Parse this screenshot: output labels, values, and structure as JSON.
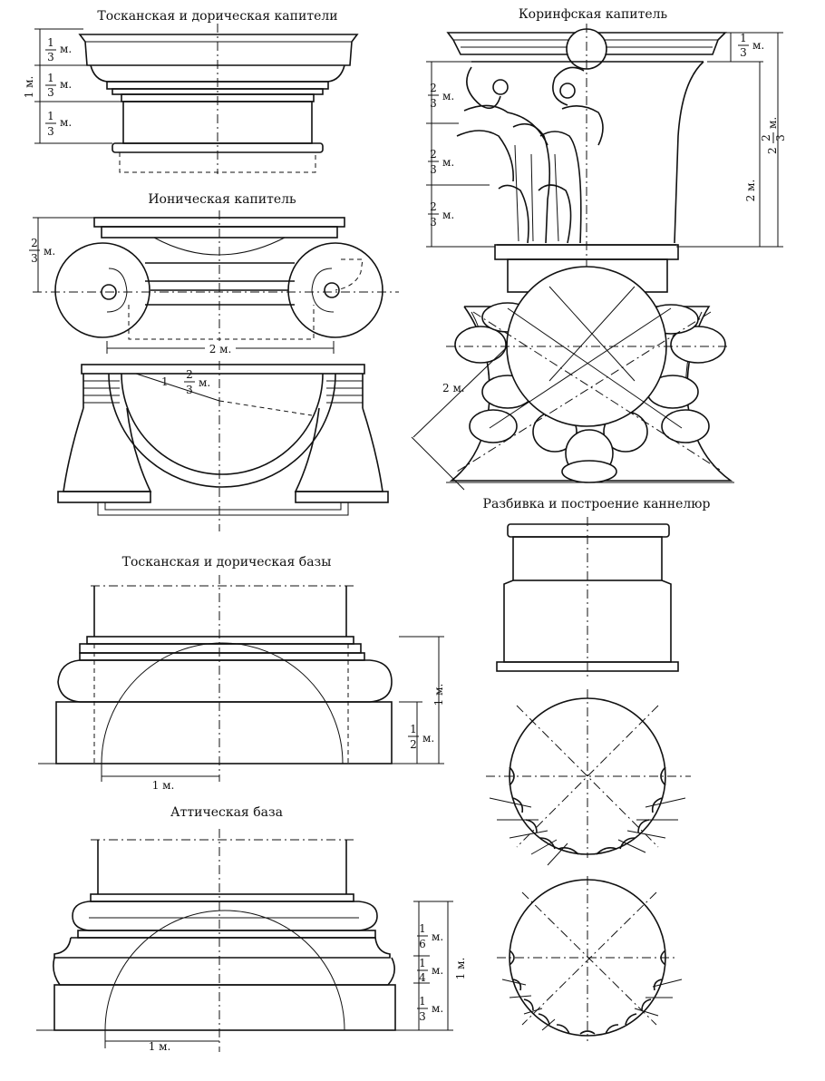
{
  "titles": {
    "tuscan_doric_capitals": "Тосканская и дорическая капители",
    "corinthian_capital": "Коринфская капитель",
    "ionic_capital": "Ионическая капитель",
    "fluting": "Разбивка и построение каннелюр",
    "tuscan_doric_bases": "Тосканская и дорическая базы",
    "attic_base": "Аттическая база"
  },
  "dimensions": {
    "tdc_total": "1 м.",
    "tdc_part1": "м.",
    "tdc_part2": "м.",
    "tdc_part3": "м.",
    "corinth_top": "м.",
    "corinth_p1": "м.",
    "corinth_p2": "м.",
    "corinth_p3": "м.",
    "corinth_mid": "2 м.",
    "corinth_total": "2 м.",
    "corinth_total_tag": "м.",
    "corinth_plan": "2 м.",
    "ionic_height": "м.",
    "ionic_width": "2 м.",
    "ionic_radius": "м.",
    "tdb_width": "1 м.",
    "tdb_total": "1 м.",
    "tdb_plinth": "м.",
    "attic_width": "1 м.",
    "attic_p1": "м.",
    "attic_p2": "м.",
    "attic_p3": "м.",
    "attic_total": "1 м."
  },
  "fractions": {
    "third": {
      "num": "1",
      "den": "3"
    },
    "two_thirds": {
      "num": "2",
      "den": "3"
    },
    "sixth": {
      "num": "1",
      "den": "6"
    },
    "quarter": {
      "num": "1",
      "den": "4"
    },
    "half": {
      "num": "1",
      "den": "2"
    },
    "whole_two": "2",
    "whole_one": "1"
  }
}
